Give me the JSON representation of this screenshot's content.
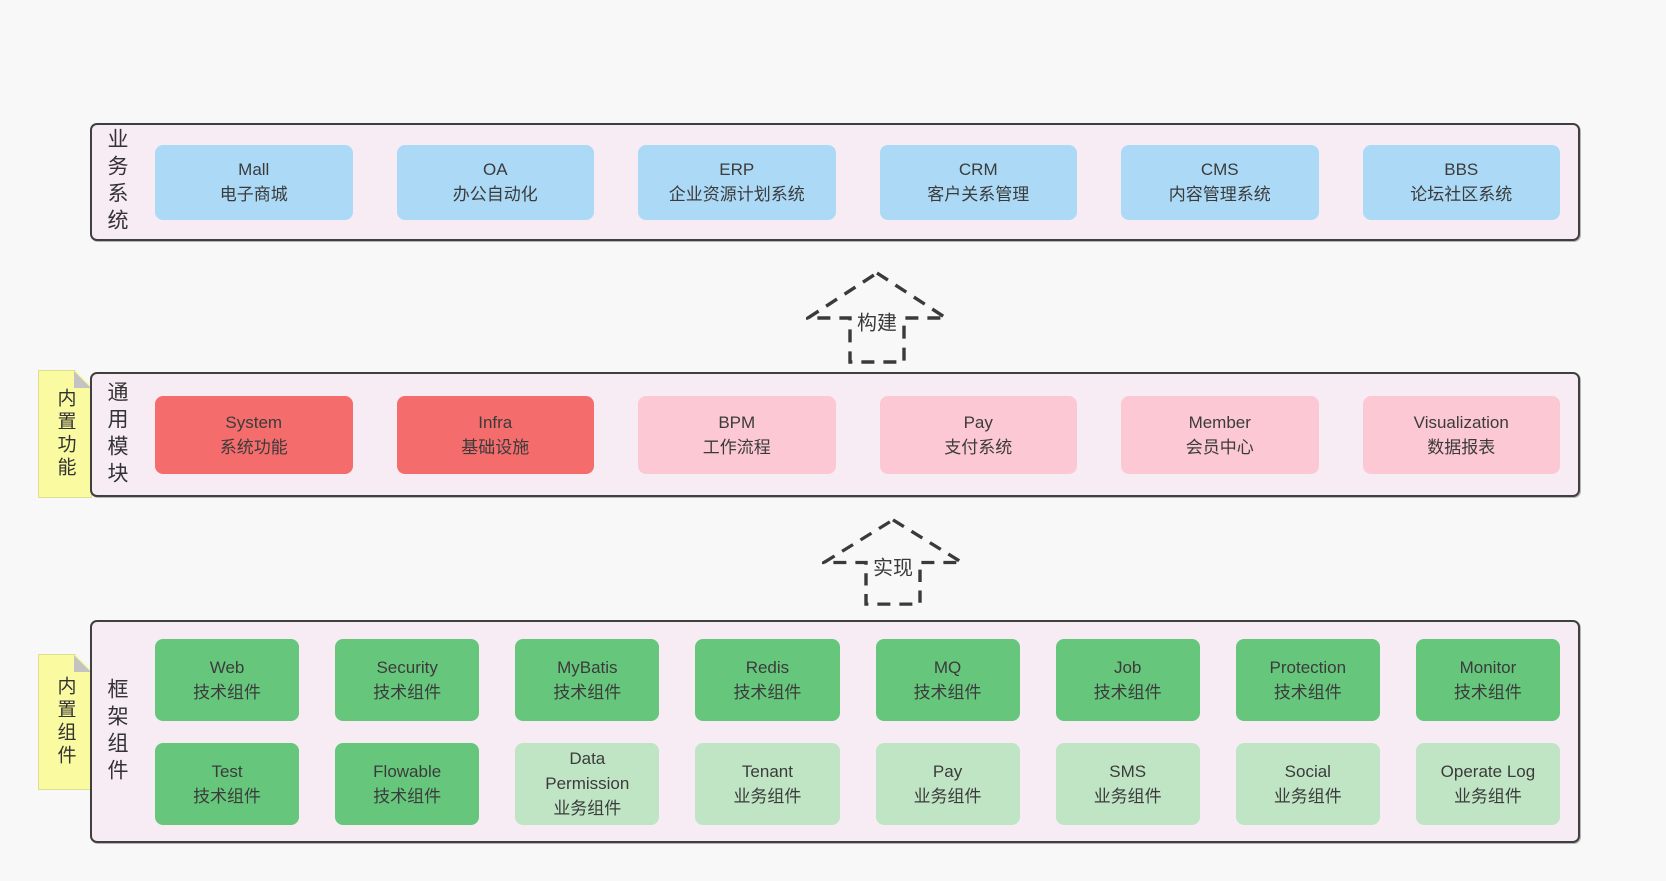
{
  "colors": {
    "page_bg": "#f8f8f8",
    "container_bg": "#f8ecf4",
    "container_border": "#3f3f3f",
    "blue": "#abd9f6",
    "red": "#f56c6c",
    "pink": "#fcc8d3",
    "green": "#66c77c",
    "light_green": "#c0e5c5",
    "yellow": "#fafaa0",
    "fold_gray": "#c3c3c3",
    "text": "#3b3b3b"
  },
  "arrows": [
    {
      "label": "构建"
    },
    {
      "label": "实现"
    }
  ],
  "layers": [
    {
      "id": "business",
      "label": "业务系统",
      "note": null,
      "rows": [
        [
          {
            "title": "Mall",
            "subtitle": "电子商城",
            "color": "blue"
          },
          {
            "title": "OA",
            "subtitle": "办公自动化",
            "color": "blue"
          },
          {
            "title": "ERP",
            "subtitle": "企业资源计划系统",
            "color": "blue"
          },
          {
            "title": "CRM",
            "subtitle": "客户关系管理",
            "color": "blue"
          },
          {
            "title": "CMS",
            "subtitle": "内容管理系统",
            "color": "blue"
          },
          {
            "title": "BBS",
            "subtitle": "论坛社区系统",
            "color": "blue"
          }
        ]
      ]
    },
    {
      "id": "modules",
      "label": "通用模块",
      "note": "内置功能",
      "rows": [
        [
          {
            "title": "System",
            "subtitle": "系统功能",
            "color": "red"
          },
          {
            "title": "Infra",
            "subtitle": "基础设施",
            "color": "red"
          },
          {
            "title": "BPM",
            "subtitle": "工作流程",
            "color": "pink"
          },
          {
            "title": "Pay",
            "subtitle": "支付系统",
            "color": "pink"
          },
          {
            "title": "Member",
            "subtitle": "会员中心",
            "color": "pink"
          },
          {
            "title": "Visualization",
            "subtitle": "数据报表",
            "color": "pink"
          }
        ]
      ]
    },
    {
      "id": "framework",
      "label": "框架组件",
      "note": "内置组件",
      "rows": [
        [
          {
            "title": "Web",
            "subtitle": "技术组件",
            "color": "green"
          },
          {
            "title": "Security",
            "subtitle": "技术组件",
            "color": "green"
          },
          {
            "title": "MyBatis",
            "subtitle": "技术组件",
            "color": "green"
          },
          {
            "title": "Redis",
            "subtitle": "技术组件",
            "color": "green"
          },
          {
            "title": "MQ",
            "subtitle": "技术组件",
            "color": "green"
          },
          {
            "title": "Job",
            "subtitle": "技术组件",
            "color": "green"
          },
          {
            "title": "Protection",
            "subtitle": "技术组件",
            "color": "green"
          },
          {
            "title": "Monitor",
            "subtitle": "技术组件",
            "color": "green"
          }
        ],
        [
          {
            "title": "Test",
            "subtitle": "技术组件",
            "color": "green"
          },
          {
            "title": "Flowable",
            "subtitle": "技术组件",
            "color": "green"
          },
          {
            "title": "Data Permission",
            "subtitle": "业务组件",
            "color": "lightgreen"
          },
          {
            "title": "Tenant",
            "subtitle": "业务组件",
            "color": "lightgreen"
          },
          {
            "title": "Pay",
            "subtitle": "业务组件",
            "color": "lightgreen"
          },
          {
            "title": "SMS",
            "subtitle": "业务组件",
            "color": "lightgreen"
          },
          {
            "title": "Social",
            "subtitle": "业务组件",
            "color": "lightgreen"
          },
          {
            "title": "Operate Log",
            "subtitle": "业务组件",
            "color": "lightgreen"
          }
        ]
      ]
    }
  ]
}
